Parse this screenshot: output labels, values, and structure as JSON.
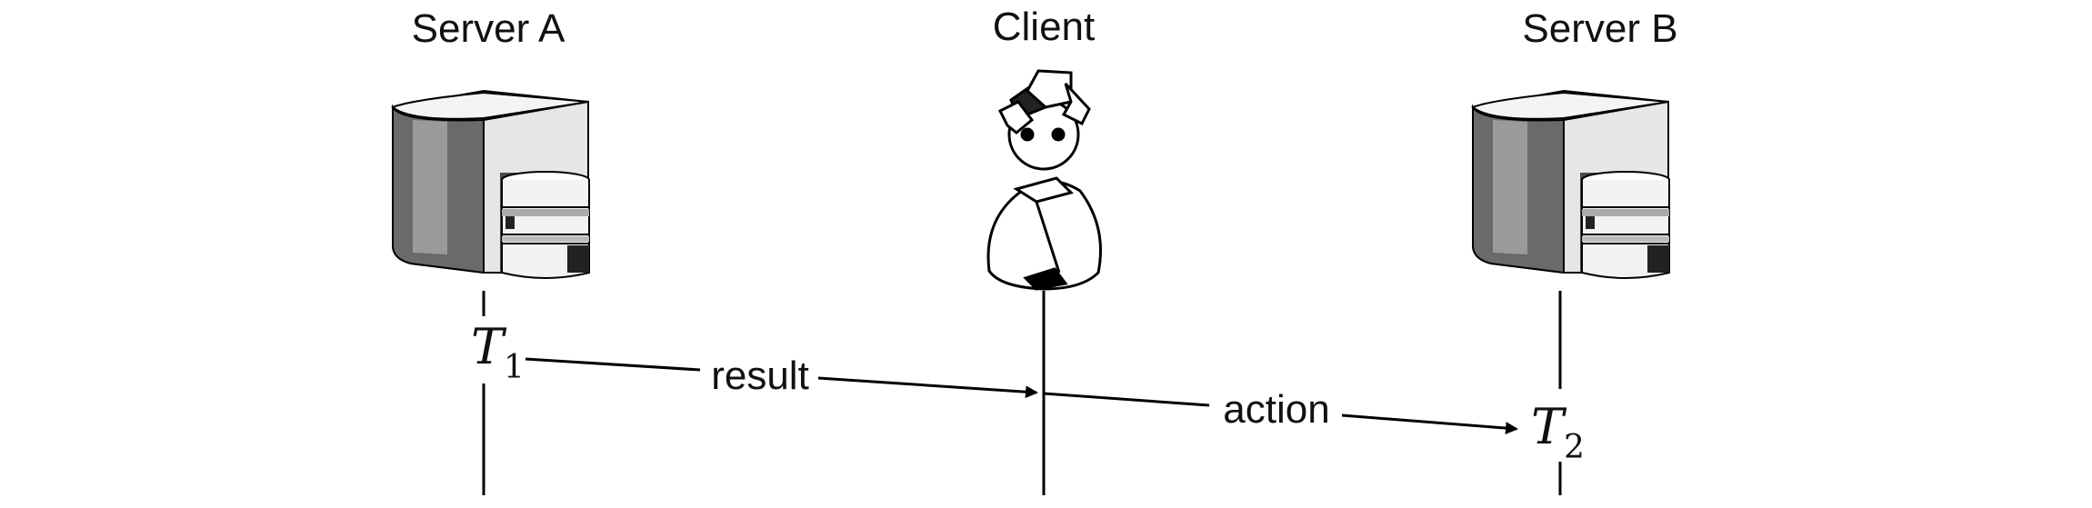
{
  "actors": {
    "server_a": "Server A",
    "client": "Client",
    "server_b": "Server B"
  },
  "timeline": {
    "t1_symbol": "T",
    "t1_subscript": "1",
    "t2_symbol": "T",
    "t2_subscript": "2"
  },
  "messages": {
    "result": "result",
    "action": "action"
  }
}
